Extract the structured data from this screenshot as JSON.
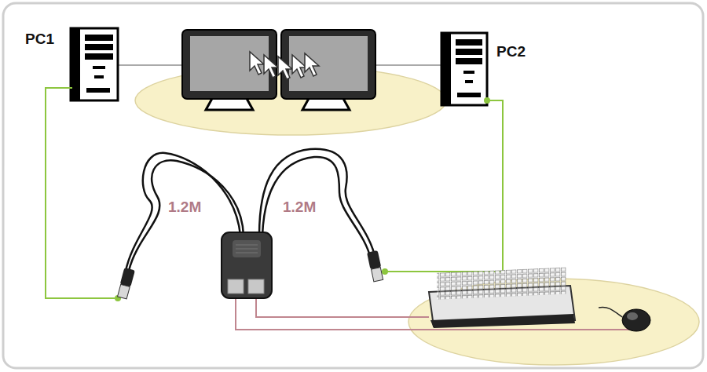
{
  "diagram": {
    "nodes": [
      {
        "text": [
          "PC1"
        ]
      },
      {
        "text": [
          "PC2"
        ]
      }
    ],
    "labels": [
      "1.2M",
      "1.2M"
    ]
  }
}
